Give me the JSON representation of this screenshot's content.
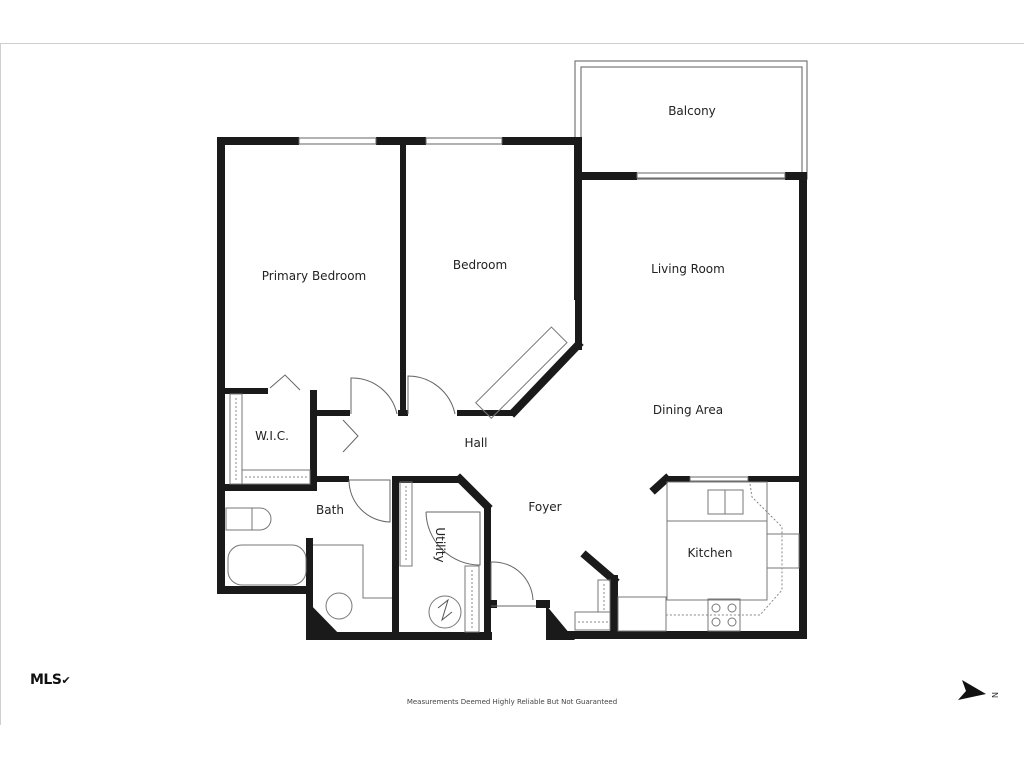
{
  "floorplan": {
    "rooms": [
      {
        "id": "balcony",
        "label": "Balcony"
      },
      {
        "id": "primary-bedroom",
        "label": "Primary Bedroom"
      },
      {
        "id": "bedroom",
        "label": "Bedroom"
      },
      {
        "id": "living-room",
        "label": "Living Room"
      },
      {
        "id": "dining-area",
        "label": "Dining Area"
      },
      {
        "id": "wic",
        "label": "W.I.C."
      },
      {
        "id": "hall",
        "label": "Hall"
      },
      {
        "id": "bath",
        "label": "Bath"
      },
      {
        "id": "foyer",
        "label": "Foyer"
      },
      {
        "id": "utility",
        "label": "Utility"
      },
      {
        "id": "kitchen",
        "label": "Kitchen"
      }
    ],
    "wall_color": "#1a1a1a",
    "line_color": "#555555"
  },
  "footer": {
    "logo": "MLS",
    "logo_icon": "check-circle-icon",
    "disclaimer": "Measurements Deemed Highly Reliable But Not Guaranteed",
    "compass_label": "N",
    "compass_icon": "north-arrow-icon"
  }
}
